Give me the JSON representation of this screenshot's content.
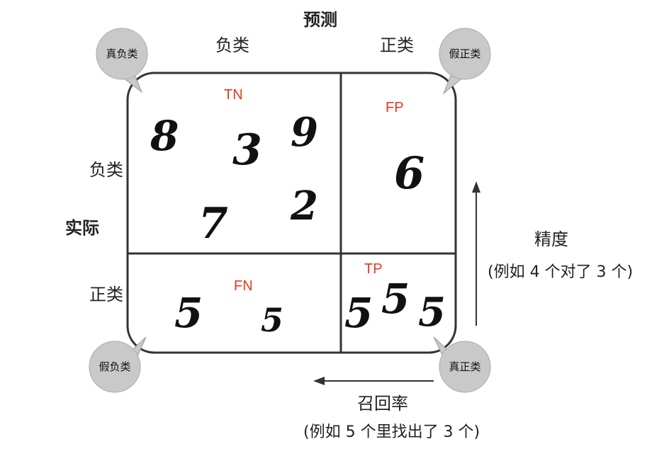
{
  "header": {
    "predicted": "预测",
    "actual": "实际"
  },
  "columns": {
    "negative": "负类",
    "positive": "正类"
  },
  "rows": {
    "negative": "负类",
    "positive": "正类"
  },
  "cells": {
    "tn": "TN",
    "fp": "FP",
    "fn": "FN",
    "tp": "TP"
  },
  "digits": {
    "tn": [
      "8",
      "3",
      "9",
      "7",
      "2"
    ],
    "fp": [
      "6"
    ],
    "fn": [
      "5",
      "5"
    ],
    "tp": [
      "5",
      "5",
      "5"
    ]
  },
  "bubbles": {
    "true_negative": "真负类",
    "false_positive": "假正类",
    "false_negative": "假负类",
    "true_positive": "真正类"
  },
  "precision": {
    "title": "精度",
    "example": "(例如 4 个对了 3 个)"
  },
  "recall": {
    "title": "召回率",
    "example": "(例如 5 个里找出了 3 个)"
  },
  "colors": {
    "cell_label": "#e8371c",
    "bubble": "#c9c9c9",
    "border": "#333333"
  }
}
